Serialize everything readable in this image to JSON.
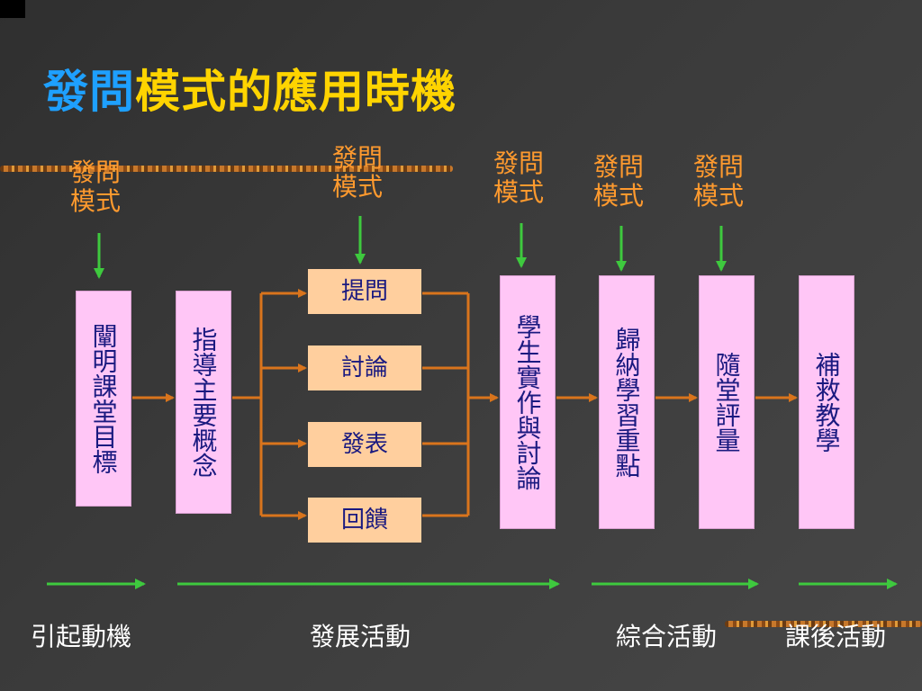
{
  "title": {
    "part1": "發問",
    "part2": "模式的應用時機"
  },
  "question_label": "發問\n模式",
  "steps": [
    {
      "text": "闡明課堂目標"
    },
    {
      "text": "指導主要概念"
    },
    {
      "text": "學生實作與討論"
    },
    {
      "text": "歸納學習重點"
    },
    {
      "text": "隨堂評量"
    },
    {
      "text": "補救教學"
    }
  ],
  "sub_steps": [
    "提問",
    "討論",
    "發表",
    "回饋"
  ],
  "stages": [
    "引起動機",
    "發展活動",
    "綜合活動",
    "課後活動"
  ],
  "colors": {
    "title_blue": "#1ea0ff",
    "title_yellow": "#ffd400",
    "question": "#ff9a2e",
    "step_box": "#ffc6f6",
    "sub_box": "#ffcf9e",
    "arrow_orange": "#d9741c",
    "arrow_green": "#3ec93e"
  }
}
